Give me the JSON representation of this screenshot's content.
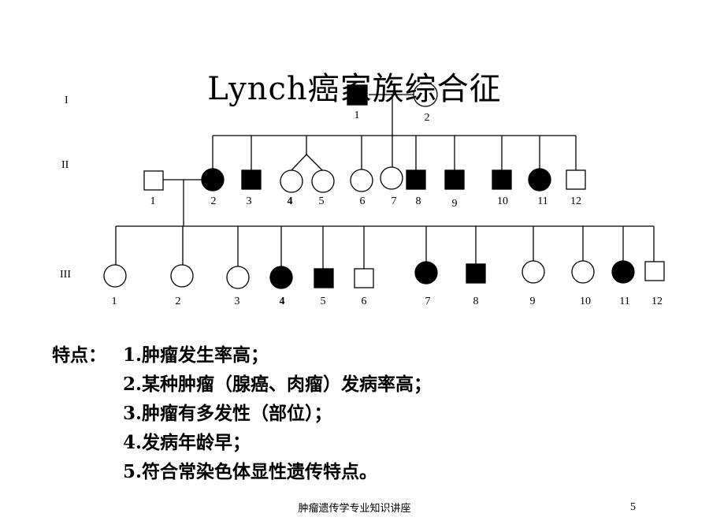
{
  "title": "Lynch癌家族综合征",
  "pedigree": {
    "generations": [
      "I",
      "II",
      "III"
    ],
    "gen1": [
      "1",
      "2"
    ],
    "gen2": [
      "1",
      "2",
      "3",
      "4",
      "5",
      "6",
      "7",
      "8",
      "9",
      "10",
      "11",
      "12"
    ],
    "gen3": [
      "1",
      "2",
      "3",
      "4",
      "5",
      "6",
      "7",
      "8",
      "9",
      "10",
      "11",
      "12"
    ]
  },
  "features": {
    "label": "特点：",
    "items": [
      "1.肿瘤发生率高；",
      "2.某种肿瘤（腺癌、肉瘤）发病率高；",
      "3.肿瘤有多发性（部位）；",
      "4.发病年龄早；",
      "5.符合常染色体显性遗传特点。"
    ]
  },
  "footer": "肿瘤遗传学专业知识讲座",
  "page_number": "5"
}
